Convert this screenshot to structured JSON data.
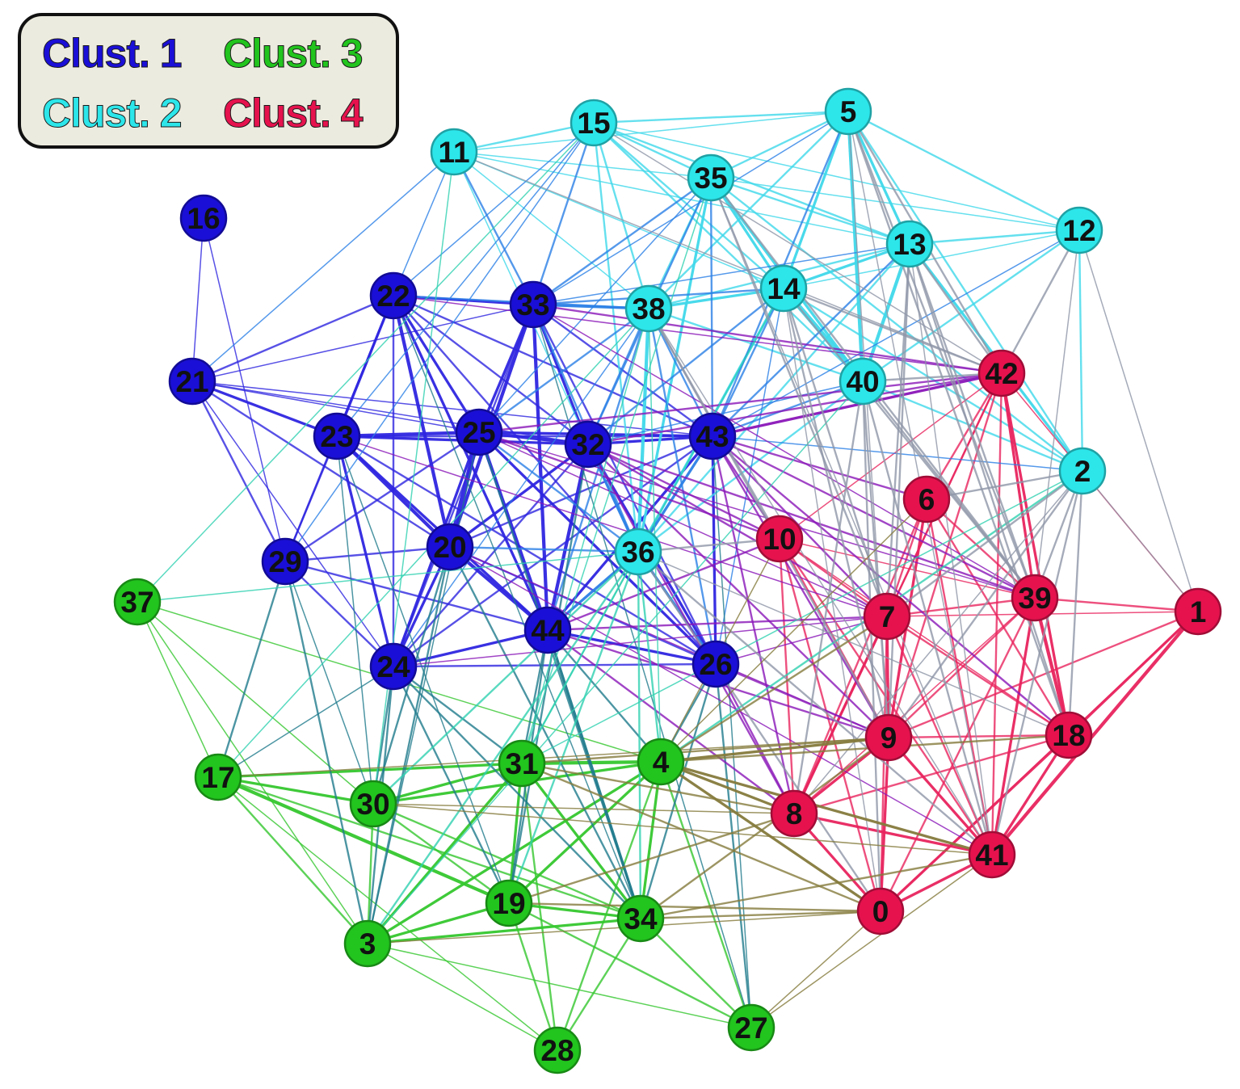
{
  "legend": [
    {
      "label": "Clust. 1",
      "cluster": 1
    },
    {
      "label": "Clust. 3",
      "cluster": 3
    },
    {
      "label": "Clust. 2",
      "cluster": 2
    },
    {
      "label": "Clust. 4",
      "cluster": 4
    }
  ],
  "cluster_colors": {
    "1": "#1a0fd6",
    "2": "#2ce6ea",
    "3": "#22c41e",
    "4": "#e5124e"
  },
  "edge_colors": {
    "1": "#2e25e0",
    "2": "#3fd8ea",
    "3": "#35c72e",
    "4": "#e8245e",
    "1-2": "#2b7fe6",
    "1-3": "#1f7a8c",
    "1-4": "#8a16b8",
    "2-3": "#2fd1b0",
    "2-4": "#8e96a8",
    "3-4": "#857a3c"
  },
  "nodes": [
    {
      "id": "0",
      "cluster": 4
    },
    {
      "id": "1",
      "cluster": 4
    },
    {
      "id": "2",
      "cluster": 2
    },
    {
      "id": "3",
      "cluster": 3
    },
    {
      "id": "4",
      "cluster": 3
    },
    {
      "id": "5",
      "cluster": 2
    },
    {
      "id": "6",
      "cluster": 4
    },
    {
      "id": "7",
      "cluster": 4
    },
    {
      "id": "8",
      "cluster": 4
    },
    {
      "id": "9",
      "cluster": 4
    },
    {
      "id": "10",
      "cluster": 4
    },
    {
      "id": "11",
      "cluster": 2
    },
    {
      "id": "12",
      "cluster": 2
    },
    {
      "id": "13",
      "cluster": 2
    },
    {
      "id": "14",
      "cluster": 2
    },
    {
      "id": "15",
      "cluster": 2
    },
    {
      "id": "16",
      "cluster": 1
    },
    {
      "id": "17",
      "cluster": 3
    },
    {
      "id": "18",
      "cluster": 4
    },
    {
      "id": "19",
      "cluster": 3
    },
    {
      "id": "20",
      "cluster": 1
    },
    {
      "id": "21",
      "cluster": 1
    },
    {
      "id": "22",
      "cluster": 1
    },
    {
      "id": "23",
      "cluster": 1
    },
    {
      "id": "24",
      "cluster": 1
    },
    {
      "id": "25",
      "cluster": 1
    },
    {
      "id": "26",
      "cluster": 1
    },
    {
      "id": "27",
      "cluster": 3
    },
    {
      "id": "28",
      "cluster": 3
    },
    {
      "id": "29",
      "cluster": 1
    },
    {
      "id": "30",
      "cluster": 3
    },
    {
      "id": "31",
      "cluster": 3
    },
    {
      "id": "32",
      "cluster": 1
    },
    {
      "id": "33",
      "cluster": 1
    },
    {
      "id": "34",
      "cluster": 3
    },
    {
      "id": "35",
      "cluster": 2
    },
    {
      "id": "36",
      "cluster": 2
    },
    {
      "id": "37",
      "cluster": 3
    },
    {
      "id": "38",
      "cluster": 2
    },
    {
      "id": "39",
      "cluster": 4
    },
    {
      "id": "40",
      "cluster": 2
    },
    {
      "id": "41",
      "cluster": 4
    },
    {
      "id": "42",
      "cluster": 4
    },
    {
      "id": "43",
      "cluster": 1
    },
    {
      "id": "44",
      "cluster": 1
    }
  ],
  "edges": [
    [
      "16",
      "21",
      1
    ],
    [
      "16",
      "29",
      1
    ],
    [
      "21",
      "22",
      2
    ],
    [
      "21",
      "23",
      3
    ],
    [
      "21",
      "29",
      2
    ],
    [
      "21",
      "20",
      2
    ],
    [
      "21",
      "25",
      1
    ],
    [
      "21",
      "33",
      1
    ],
    [
      "21",
      "24",
      1
    ],
    [
      "21",
      "32",
      1
    ],
    [
      "21",
      "43",
      1
    ],
    [
      "22",
      "23",
      3
    ],
    [
      "22",
      "25",
      3
    ],
    [
      "22",
      "20",
      4
    ],
    [
      "22",
      "33",
      3
    ],
    [
      "22",
      "32",
      2
    ],
    [
      "22",
      "44",
      3
    ],
    [
      "22",
      "43",
      2
    ],
    [
      "22",
      "24",
      2
    ],
    [
      "22",
      "29",
      2
    ],
    [
      "22",
      "26",
      2
    ],
    [
      "23",
      "25",
      4
    ],
    [
      "23",
      "20",
      4
    ],
    [
      "23",
      "32",
      3
    ],
    [
      "23",
      "44",
      3
    ],
    [
      "23",
      "24",
      3
    ],
    [
      "23",
      "29",
      2
    ],
    [
      "23",
      "43",
      2
    ],
    [
      "23",
      "26",
      2
    ],
    [
      "25",
      "20",
      6
    ],
    [
      "25",
      "32",
      4
    ],
    [
      "25",
      "44",
      4
    ],
    [
      "25",
      "33",
      3
    ],
    [
      "25",
      "43",
      3
    ],
    [
      "25",
      "24",
      3
    ],
    [
      "25",
      "26",
      3
    ],
    [
      "25",
      "29",
      2
    ],
    [
      "33",
      "32",
      3
    ],
    [
      "33",
      "20",
      4
    ],
    [
      "33",
      "44",
      4
    ],
    [
      "33",
      "43",
      2
    ],
    [
      "33",
      "24",
      2
    ],
    [
      "33",
      "26",
      2
    ],
    [
      "32",
      "43",
      3
    ],
    [
      "32",
      "44",
      4
    ],
    [
      "32",
      "20",
      3
    ],
    [
      "32",
      "26",
      3
    ],
    [
      "32",
      "24",
      2
    ],
    [
      "43",
      "44",
      3
    ],
    [
      "43",
      "26",
      3
    ],
    [
      "43",
      "20",
      2
    ],
    [
      "43",
      "24",
      2
    ],
    [
      "20",
      "44",
      4
    ],
    [
      "20",
      "24",
      3
    ],
    [
      "20",
      "29",
      2
    ],
    [
      "20",
      "26",
      2
    ],
    [
      "44",
      "24",
      3
    ],
    [
      "44",
      "26",
      3
    ],
    [
      "44",
      "29",
      2
    ],
    [
      "24",
      "29",
      2
    ],
    [
      "24",
      "26",
      2
    ],
    [
      "5",
      "15",
      2
    ],
    [
      "5",
      "35",
      2
    ],
    [
      "5",
      "13",
      3
    ],
    [
      "5",
      "14",
      3
    ],
    [
      "5",
      "12",
      2
    ],
    [
      "5",
      "38",
      2
    ],
    [
      "5",
      "40",
      4
    ],
    [
      "5",
      "2",
      2
    ],
    [
      "5",
      "11",
      1
    ],
    [
      "15",
      "11",
      2
    ],
    [
      "15",
      "35",
      2
    ],
    [
      "15",
      "13",
      2
    ],
    [
      "15",
      "38",
      2
    ],
    [
      "15",
      "14",
      2
    ],
    [
      "15",
      "40",
      2
    ],
    [
      "15",
      "36",
      2
    ],
    [
      "15",
      "12",
      1
    ],
    [
      "11",
      "35",
      1
    ],
    [
      "11",
      "38",
      1
    ],
    [
      "11",
      "14",
      1
    ],
    [
      "11",
      "36",
      1
    ],
    [
      "11",
      "13",
      1
    ],
    [
      "35",
      "13",
      2
    ],
    [
      "35",
      "14",
      3
    ],
    [
      "35",
      "38",
      2
    ],
    [
      "35",
      "40",
      3
    ],
    [
      "35",
      "36",
      3
    ],
    [
      "35",
      "12",
      1
    ],
    [
      "35",
      "2",
      2
    ],
    [
      "13",
      "12",
      2
    ],
    [
      "13",
      "14",
      3
    ],
    [
      "13",
      "38",
      2
    ],
    [
      "13",
      "40",
      4
    ],
    [
      "13",
      "2",
      3
    ],
    [
      "13",
      "36",
      2
    ],
    [
      "12",
      "2",
      2
    ],
    [
      "12",
      "14",
      1
    ],
    [
      "12",
      "40",
      2
    ],
    [
      "14",
      "38",
      3
    ],
    [
      "14",
      "40",
      6
    ],
    [
      "14",
      "36",
      3
    ],
    [
      "14",
      "2",
      2
    ],
    [
      "38",
      "40",
      2
    ],
    [
      "38",
      "36",
      4
    ],
    [
      "40",
      "36",
      2
    ],
    [
      "40",
      "2",
      2
    ],
    [
      "37",
      "17",
      1
    ],
    [
      "37",
      "30",
      1
    ],
    [
      "37",
      "4",
      1
    ],
    [
      "37",
      "3",
      1
    ],
    [
      "17",
      "30",
      3
    ],
    [
      "17",
      "31",
      3
    ],
    [
      "17",
      "19",
      4
    ],
    [
      "17",
      "3",
      2
    ],
    [
      "17",
      "34",
      2
    ],
    [
      "17",
      "28",
      1
    ],
    [
      "30",
      "31",
      3
    ],
    [
      "30",
      "4",
      3
    ],
    [
      "30",
      "3",
      2
    ],
    [
      "30",
      "19",
      2
    ],
    [
      "30",
      "34",
      2
    ],
    [
      "31",
      "4",
      4
    ],
    [
      "31",
      "19",
      3
    ],
    [
      "31",
      "3",
      3
    ],
    [
      "31",
      "34",
      3
    ],
    [
      "31",
      "28",
      2
    ],
    [
      "4",
      "19",
      3
    ],
    [
      "4",
      "34",
      3
    ],
    [
      "4",
      "3",
      3
    ],
    [
      "4",
      "27",
      2
    ],
    [
      "4",
      "28",
      2
    ],
    [
      "19",
      "3",
      3
    ],
    [
      "19",
      "34",
      3
    ],
    [
      "19",
      "28",
      2
    ],
    [
      "19",
      "27",
      2
    ],
    [
      "3",
      "34",
      3
    ],
    [
      "3",
      "28",
      1
    ],
    [
      "3",
      "27",
      1
    ],
    [
      "34",
      "28",
      2
    ],
    [
      "34",
      "27",
      2
    ],
    [
      "42",
      "6",
      2
    ],
    [
      "42",
      "39",
      3
    ],
    [
      "42",
      "18",
      3
    ],
    [
      "42",
      "7",
      2
    ],
    [
      "42",
      "41",
      2
    ],
    [
      "42",
      "9",
      2
    ],
    [
      "42",
      "1",
      1
    ],
    [
      "42",
      "10",
      1
    ],
    [
      "42",
      "8",
      2
    ],
    [
      "6",
      "39",
      2
    ],
    [
      "6",
      "7",
      2
    ],
    [
      "6",
      "9",
      3
    ],
    [
      "6",
      "18",
      2
    ],
    [
      "6",
      "41",
      2
    ],
    [
      "6",
      "8",
      2
    ],
    [
      "10",
      "7",
      2
    ],
    [
      "10",
      "9",
      2
    ],
    [
      "10",
      "8",
      2
    ],
    [
      "10",
      "0",
      2
    ],
    [
      "10",
      "41",
      2
    ],
    [
      "10",
      "39",
      1
    ],
    [
      "10",
      "18",
      1
    ],
    [
      "7",
      "39",
      2
    ],
    [
      "7",
      "9",
      3
    ],
    [
      "7",
      "8",
      3
    ],
    [
      "7",
      "18",
      2
    ],
    [
      "7",
      "41",
      2
    ],
    [
      "7",
      "0",
      2
    ],
    [
      "7",
      "1",
      1
    ],
    [
      "39",
      "1",
      2
    ],
    [
      "39",
      "18",
      4
    ],
    [
      "39",
      "41",
      3
    ],
    [
      "39",
      "9",
      2
    ],
    [
      "39",
      "0",
      2
    ],
    [
      "39",
      "8",
      1
    ],
    [
      "1",
      "18",
      3
    ],
    [
      "1",
      "41",
      4
    ],
    [
      "1",
      "9",
      2
    ],
    [
      "1",
      "0",
      1
    ],
    [
      "18",
      "41",
      3
    ],
    [
      "18",
      "9",
      2
    ],
    [
      "18",
      "0",
      3
    ],
    [
      "18",
      "8",
      2
    ],
    [
      "9",
      "8",
      3
    ],
    [
      "9",
      "0",
      3
    ],
    [
      "9",
      "41",
      3
    ],
    [
      "8",
      "0",
      3
    ],
    [
      "8",
      "41",
      3
    ],
    [
      "0",
      "41",
      3
    ],
    [
      "22",
      "11",
      1
    ],
    [
      "22",
      "38",
      2
    ],
    [
      "22",
      "15",
      1
    ],
    [
      "33",
      "15",
      2
    ],
    [
      "33",
      "35",
      2
    ],
    [
      "33",
      "38",
      3
    ],
    [
      "33",
      "11",
      2
    ],
    [
      "33",
      "14",
      2
    ],
    [
      "33",
      "13",
      1
    ],
    [
      "33",
      "5",
      1
    ],
    [
      "33",
      "36",
      2
    ],
    [
      "25",
      "38",
      2
    ],
    [
      "25",
      "36",
      2
    ],
    [
      "25",
      "35",
      1
    ],
    [
      "32",
      "38",
      2
    ],
    [
      "32",
      "36",
      3
    ],
    [
      "32",
      "14",
      2
    ],
    [
      "32",
      "35",
      2
    ],
    [
      "32",
      "40",
      1
    ],
    [
      "43",
      "14",
      2
    ],
    [
      "43",
      "13",
      2
    ],
    [
      "43",
      "40",
      2
    ],
    [
      "43",
      "5",
      2
    ],
    [
      "43",
      "35",
      2
    ],
    [
      "43",
      "38",
      2
    ],
    [
      "43",
      "36",
      3
    ],
    [
      "43",
      "2",
      1
    ],
    [
      "43",
      "12",
      1
    ],
    [
      "20",
      "36",
      2
    ],
    [
      "44",
      "36",
      3
    ],
    [
      "44",
      "38",
      2
    ],
    [
      "26",
      "36",
      3
    ],
    [
      "26",
      "14",
      1
    ],
    [
      "26",
      "38",
      2
    ],
    [
      "23",
      "15",
      1
    ],
    [
      "21",
      "11",
      1
    ],
    [
      "24",
      "38",
      1
    ],
    [
      "29",
      "15",
      1
    ],
    [
      "24",
      "3",
      2
    ],
    [
      "24",
      "30",
      2
    ],
    [
      "24",
      "31",
      2
    ],
    [
      "24",
      "19",
      2
    ],
    [
      "24",
      "17",
      1
    ],
    [
      "24",
      "34",
      2
    ],
    [
      "29",
      "17",
      2
    ],
    [
      "29",
      "3",
      2
    ],
    [
      "29",
      "30",
      1
    ],
    [
      "44",
      "31",
      2
    ],
    [
      "44",
      "34",
      3
    ],
    [
      "44",
      "19",
      2
    ],
    [
      "44",
      "4",
      2
    ],
    [
      "20",
      "3",
      2
    ],
    [
      "20",
      "30",
      2
    ],
    [
      "20",
      "34",
      2
    ],
    [
      "23",
      "30",
      1
    ],
    [
      "23",
      "19",
      1
    ],
    [
      "26",
      "4",
      2
    ],
    [
      "26",
      "34",
      2
    ],
    [
      "26",
      "27",
      2
    ],
    [
      "43",
      "27",
      1
    ],
    [
      "25",
      "3",
      1
    ],
    [
      "25",
      "34",
      2
    ],
    [
      "32",
      "19",
      2
    ],
    [
      "33",
      "27",
      1
    ],
    [
      "22",
      "34",
      1
    ],
    [
      "43",
      "42",
      3
    ],
    [
      "43",
      "10",
      2
    ],
    [
      "43",
      "7",
      2
    ],
    [
      "43",
      "9",
      2
    ],
    [
      "43",
      "39",
      2
    ],
    [
      "43",
      "18",
      2
    ],
    [
      "43",
      "8",
      2
    ],
    [
      "43",
      "6",
      2
    ],
    [
      "32",
      "42",
      2
    ],
    [
      "32",
      "10",
      2
    ],
    [
      "32",
      "7",
      2
    ],
    [
      "32",
      "9",
      2
    ],
    [
      "32",
      "39",
      2
    ],
    [
      "32",
      "8",
      2
    ],
    [
      "25",
      "42",
      2
    ],
    [
      "25",
      "10",
      2
    ],
    [
      "25",
      "7",
      1
    ],
    [
      "25",
      "39",
      1
    ],
    [
      "33",
      "42",
      2
    ],
    [
      "33",
      "39",
      1
    ],
    [
      "22",
      "42",
      1
    ],
    [
      "23",
      "7",
      1
    ],
    [
      "44",
      "10",
      2
    ],
    [
      "44",
      "7",
      2
    ],
    [
      "44",
      "9",
      2
    ],
    [
      "44",
      "8",
      2
    ],
    [
      "26",
      "8",
      2
    ],
    [
      "26",
      "9",
      2
    ],
    [
      "26",
      "7",
      1
    ],
    [
      "20",
      "9",
      1
    ],
    [
      "20",
      "41",
      1
    ],
    [
      "24",
      "7",
      1
    ],
    [
      "36",
      "37",
      1
    ],
    [
      "36",
      "31",
      2
    ],
    [
      "36",
      "3",
      2
    ],
    [
      "36",
      "4",
      2
    ],
    [
      "36",
      "30",
      2
    ],
    [
      "36",
      "19",
      2
    ],
    [
      "36",
      "34",
      2
    ],
    [
      "38",
      "31",
      1
    ],
    [
      "38",
      "17",
      1
    ],
    [
      "15",
      "37",
      1
    ],
    [
      "11",
      "30",
      1
    ],
    [
      "38",
      "4",
      1
    ],
    [
      "35",
      "31",
      1
    ],
    [
      "2",
      "4",
      2
    ],
    [
      "2",
      "31",
      1
    ],
    [
      "40",
      "3",
      1
    ],
    [
      "14",
      "31",
      1
    ],
    [
      "2",
      "6",
      2
    ],
    [
      "2",
      "39",
      2
    ],
    [
      "2",
      "9",
      2
    ],
    [
      "2",
      "41",
      2
    ],
    [
      "2",
      "7",
      2
    ],
    [
      "2",
      "1",
      1
    ],
    [
      "2",
      "18",
      2
    ],
    [
      "2",
      "8",
      1
    ],
    [
      "12",
      "42",
      2
    ],
    [
      "12",
      "39",
      1
    ],
    [
      "12",
      "1",
      1
    ],
    [
      "13",
      "42",
      2
    ],
    [
      "13",
      "39",
      2
    ],
    [
      "13",
      "9",
      2
    ],
    [
      "13",
      "7",
      2
    ],
    [
      "13",
      "41",
      1
    ],
    [
      "13",
      "18",
      2
    ],
    [
      "14",
      "42",
      2
    ],
    [
      "14",
      "7",
      2
    ],
    [
      "14",
      "9",
      2
    ],
    [
      "14",
      "0",
      1
    ],
    [
      "14",
      "39",
      2
    ],
    [
      "5",
      "39",
      2
    ],
    [
      "5",
      "42",
      2
    ],
    [
      "5",
      "41",
      1
    ],
    [
      "5",
      "18",
      2
    ],
    [
      "5",
      "9",
      1
    ],
    [
      "35",
      "39",
      2
    ],
    [
      "35",
      "7",
      2
    ],
    [
      "35",
      "41",
      1
    ],
    [
      "40",
      "42",
      2
    ],
    [
      "40",
      "39",
      2
    ],
    [
      "40",
      "9",
      2
    ],
    [
      "40",
      "41",
      2
    ],
    [
      "40",
      "8",
      2
    ],
    [
      "40",
      "0",
      2
    ],
    [
      "36",
      "10",
      2
    ],
    [
      "36",
      "41",
      2
    ],
    [
      "36",
      "18",
      1
    ],
    [
      "36",
      "0",
      2
    ],
    [
      "38",
      "9",
      2
    ],
    [
      "38",
      "10",
      2
    ],
    [
      "38",
      "41",
      1
    ],
    [
      "15",
      "42",
      1
    ],
    [
      "11",
      "42",
      1
    ],
    [
      "4",
      "9",
      3
    ],
    [
      "4",
      "8",
      3
    ],
    [
      "4",
      "0",
      3
    ],
    [
      "4",
      "41",
      3
    ],
    [
      "4",
      "7",
      2
    ],
    [
      "4",
      "10",
      1
    ],
    [
      "4",
      "18",
      2
    ],
    [
      "4",
      "6",
      1
    ],
    [
      "31",
      "8",
      2
    ],
    [
      "31",
      "9",
      2
    ],
    [
      "31",
      "0",
      2
    ],
    [
      "30",
      "41",
      1
    ],
    [
      "30",
      "8",
      1
    ],
    [
      "19",
      "0",
      2
    ],
    [
      "19",
      "8",
      2
    ],
    [
      "34",
      "0",
      2
    ],
    [
      "34",
      "41",
      2
    ],
    [
      "34",
      "9",
      2
    ],
    [
      "3",
      "0",
      1
    ],
    [
      "27",
      "0",
      1
    ],
    [
      "27",
      "41",
      1
    ],
    [
      "17",
      "9",
      1
    ]
  ]
}
